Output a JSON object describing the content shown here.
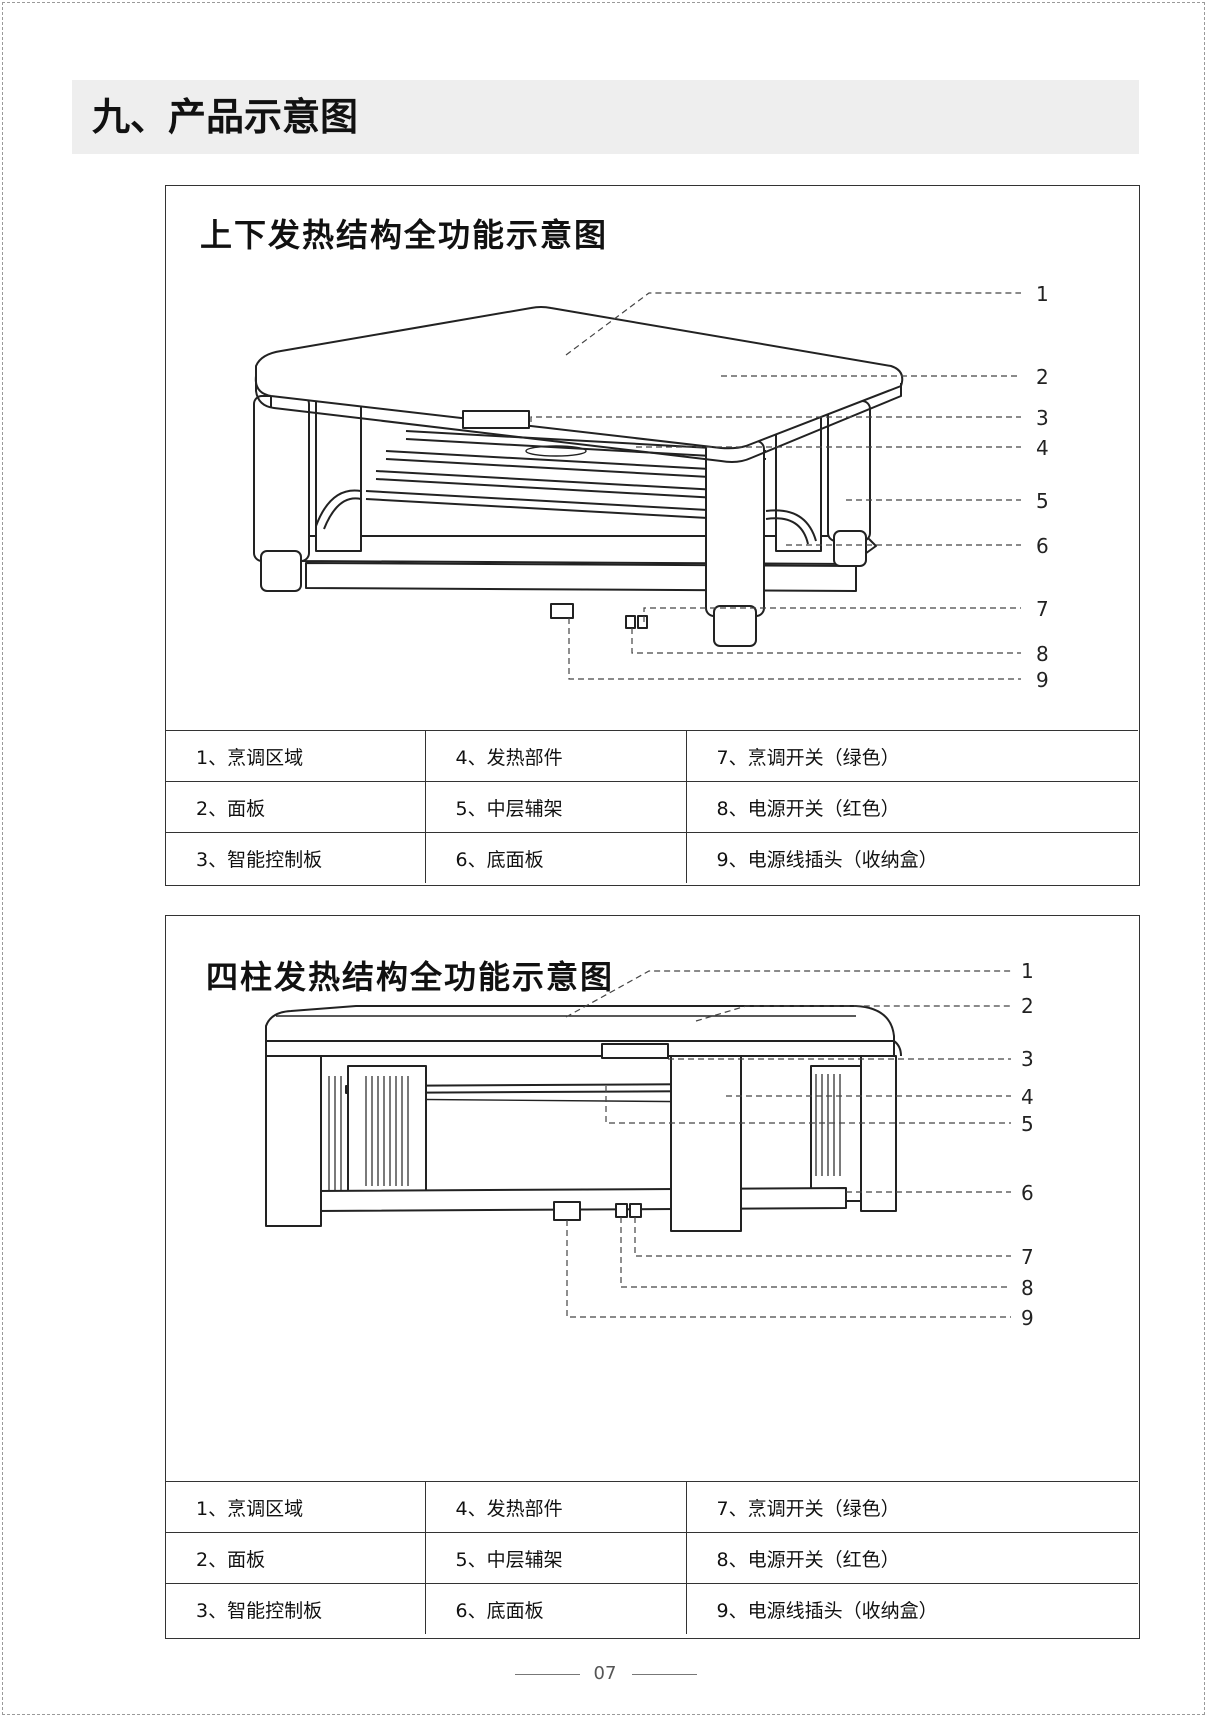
{
  "section": {
    "title": "九、产品示意图"
  },
  "diagram1": {
    "title": "上下发热结构全功能示意图",
    "callouts": [
      "1",
      "2",
      "3",
      "4",
      "5",
      "6",
      "7",
      "8",
      "9"
    ],
    "parts": [
      [
        "1、烹调区域",
        "4、发热部件",
        "7、烹调开关（绿色）"
      ],
      [
        "2、面板",
        "5、中层辅架",
        "8、电源开关（红色）"
      ],
      [
        "3、智能控制板",
        "6、底面板",
        "9、电源线插头（收纳盒）"
      ]
    ]
  },
  "diagram2": {
    "title": "四柱发热结构全功能示意图",
    "callouts": [
      "1",
      "2",
      "3",
      "4",
      "5",
      "6",
      "7",
      "8",
      "9"
    ],
    "parts": [
      [
        "1、烹调区域",
        "4、发热部件",
        "7、烹调开关（绿色）"
      ],
      [
        "2、面板",
        "5、中层辅架",
        "8、电源开关（红色）"
      ],
      [
        "3、智能控制板",
        "6、底面板",
        "9、电源线插头（收纳盒）"
      ]
    ]
  },
  "footer": {
    "page_number": "07"
  }
}
